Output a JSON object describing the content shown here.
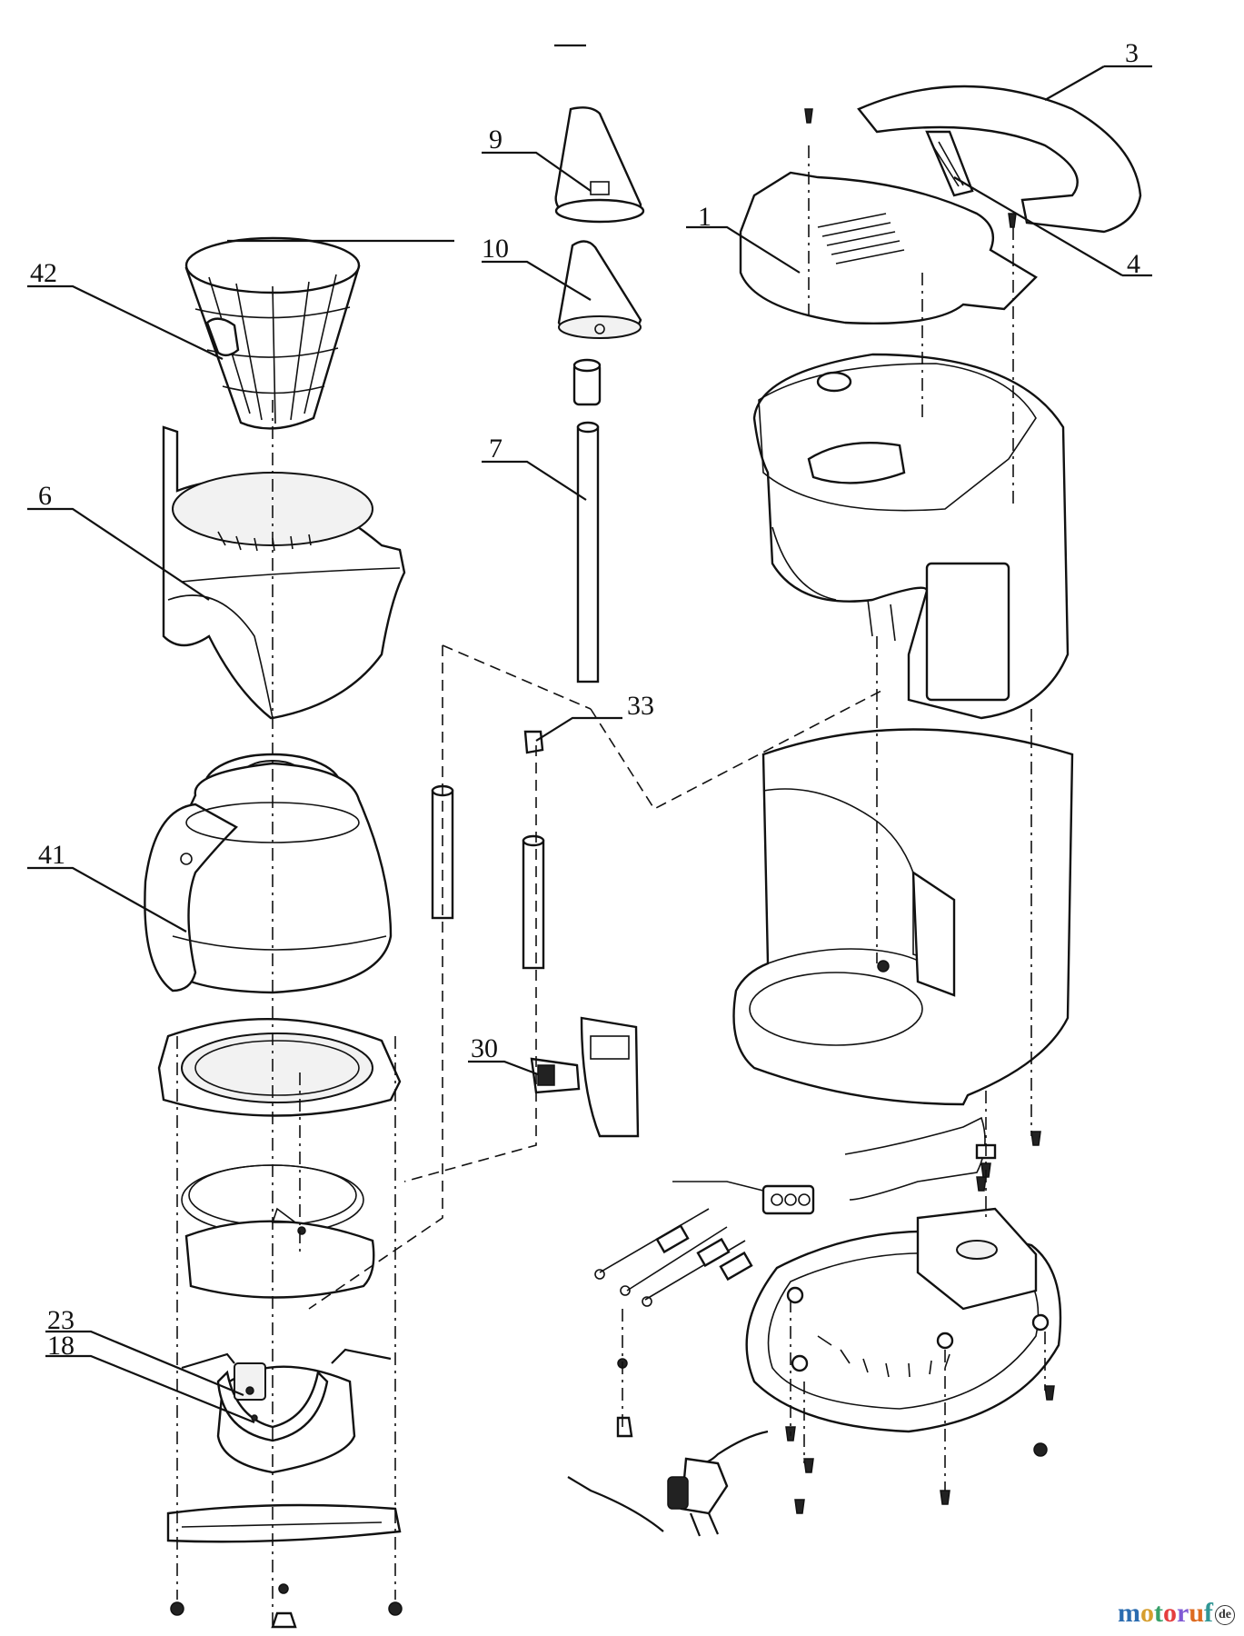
{
  "parts": [
    {
      "id": "p1",
      "label": "1"
    },
    {
      "id": "p3",
      "label": "3"
    },
    {
      "id": "p4",
      "label": "4"
    },
    {
      "id": "p6",
      "label": "6"
    },
    {
      "id": "p7",
      "label": "7"
    },
    {
      "id": "p9",
      "label": "9"
    },
    {
      "id": "p10",
      "label": "10"
    },
    {
      "id": "p18",
      "label": "18"
    },
    {
      "id": "p23",
      "label": "23"
    },
    {
      "id": "p30",
      "label": "30"
    },
    {
      "id": "p33",
      "label": "33"
    },
    {
      "id": "p41",
      "label": "41"
    },
    {
      "id": "p42",
      "label": "42"
    }
  ],
  "watermark": {
    "letters": [
      "m",
      "o",
      "t",
      "o",
      "r",
      "u",
      "f"
    ],
    "colors": [
      "#2b6cb0",
      "#d69e2e",
      "#38a169",
      "#e53e3e",
      "#805ad5",
      "#dd6b20",
      "#319795"
    ],
    "badge": "de"
  }
}
